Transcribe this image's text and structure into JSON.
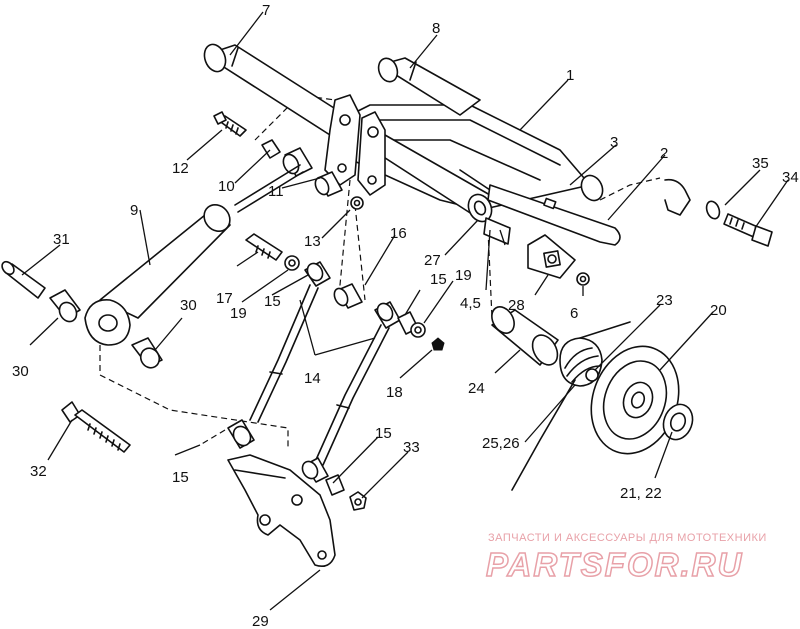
{
  "callouts": {
    "c1": "1",
    "c2": "2",
    "c3": "3",
    "c45": "4,5",
    "c6": "6",
    "c7": "7",
    "c8": "8",
    "c9": "9",
    "c10": "10",
    "c11": "11",
    "c12": "12",
    "c13": "13",
    "c14": "14",
    "c15a": "15",
    "c15b": "15",
    "c15c": "15",
    "c15d": "15",
    "c16": "16",
    "c17": "17",
    "c18": "18",
    "c19a": "19",
    "c19b": "19",
    "c20": "20",
    "c2122": "21, 22",
    "c23": "23",
    "c24": "24",
    "c2526": "25,26",
    "c27": "27",
    "c28": "28",
    "c29": "29",
    "c30a": "30",
    "c30b": "30",
    "c31": "31",
    "c32": "32",
    "c33": "33",
    "c34": "34",
    "c35": "35"
  },
  "watermark": {
    "tagline": "ЗАПЧАСТИ И АКСЕССУАРЫ ДЛЯ МОТОТЕХНИКИ",
    "brand": "PARTSFOR.RU"
  },
  "colors": {
    "ink": "#111111",
    "watermark": "#e8a1a8"
  }
}
